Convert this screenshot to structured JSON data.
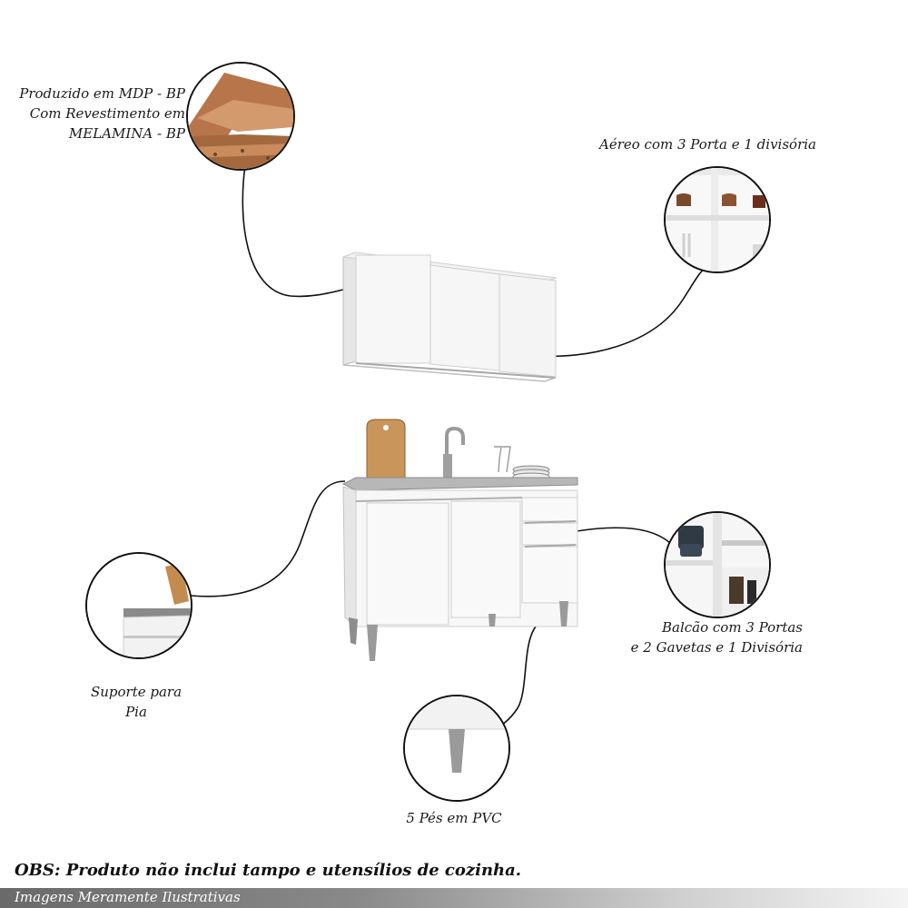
{
  "annotations": {
    "mdp_line1": "Produzido em MDP - BP",
    "mdp_line2": "Com Revestimento em",
    "mdp_line3": "MELAMINA - BP",
    "aereo": "Aéreo com 3 Porta e 1 divisória",
    "balcao_line1": "Balcão com 3 Portas",
    "balcao_line2": "e 2 Gavetas e 1 Divisória",
    "suporte_line1": "Suporte para",
    "suporte_line2": "Pia",
    "pes": "5 Pés em PVC"
  },
  "footer": {
    "obs": "OBS: Produto não inclui tampo e utensílios de cozinha.",
    "disclaimer": "Imagens Meramente Ilustrativas"
  }
}
